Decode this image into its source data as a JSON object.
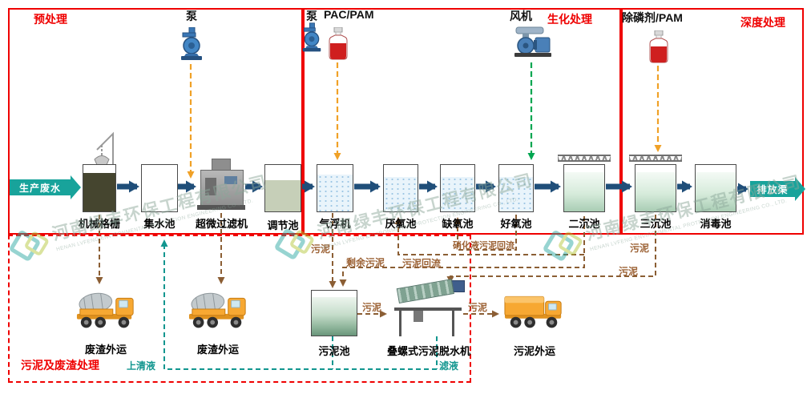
{
  "regions": {
    "pretreatment": "预处理",
    "biochemical": "生化处理",
    "advanced": "深度处理",
    "sludge_section": "污泥及废渣处理"
  },
  "equipment_labels": {
    "pump1": "泵",
    "pump2": "泵",
    "pac_pam": "PAC/PAM",
    "blower": "风机",
    "phosphorus": "除磷剂/PAM"
  },
  "io": {
    "inlet": "生产废水",
    "outlet": "排放渠"
  },
  "tanks": [
    "机械格栅",
    "集水池",
    "超微过滤机",
    "调节池",
    "气浮机",
    "厌氧池",
    "缺氧池",
    "好氧池",
    "二沉池",
    "三沉池",
    "消毒池"
  ],
  "flow_labels": {
    "sludge_flotation": "污泥",
    "excess_sludge": "剩余污泥",
    "sludge_return": "污泥回流",
    "nitrified_return": "硝化液污泥回流",
    "sludge_right_v": "污泥",
    "sludge_right_h": "污泥",
    "sludge_pool_out": "污泥",
    "sludge_cake_out": "污泥",
    "supernatant": "上清液",
    "filtrate": "滤液"
  },
  "bottom": {
    "truck1": "废渣外运",
    "truck2": "废渣外运",
    "sludge_pool": "污泥池",
    "dewaterer": "叠螺式污泥脱水机",
    "truck3": "污泥外运"
  },
  "watermark": {
    "cn": "河南绿丰环保工程有限公司",
    "en": "HENAN LVFENG ENVIRONMENTAL PROTECTION ENGINEERING CO., LTD."
  },
  "colors": {
    "region_border": "#ef0000",
    "flow_arrow": "#1f4e79",
    "inlet_outlet": "#18a39b",
    "dosing_line": "#f0a127",
    "air_line": "#00a650",
    "sludge_line": "#8b5e34",
    "return_liquid_line": "#12968f"
  }
}
